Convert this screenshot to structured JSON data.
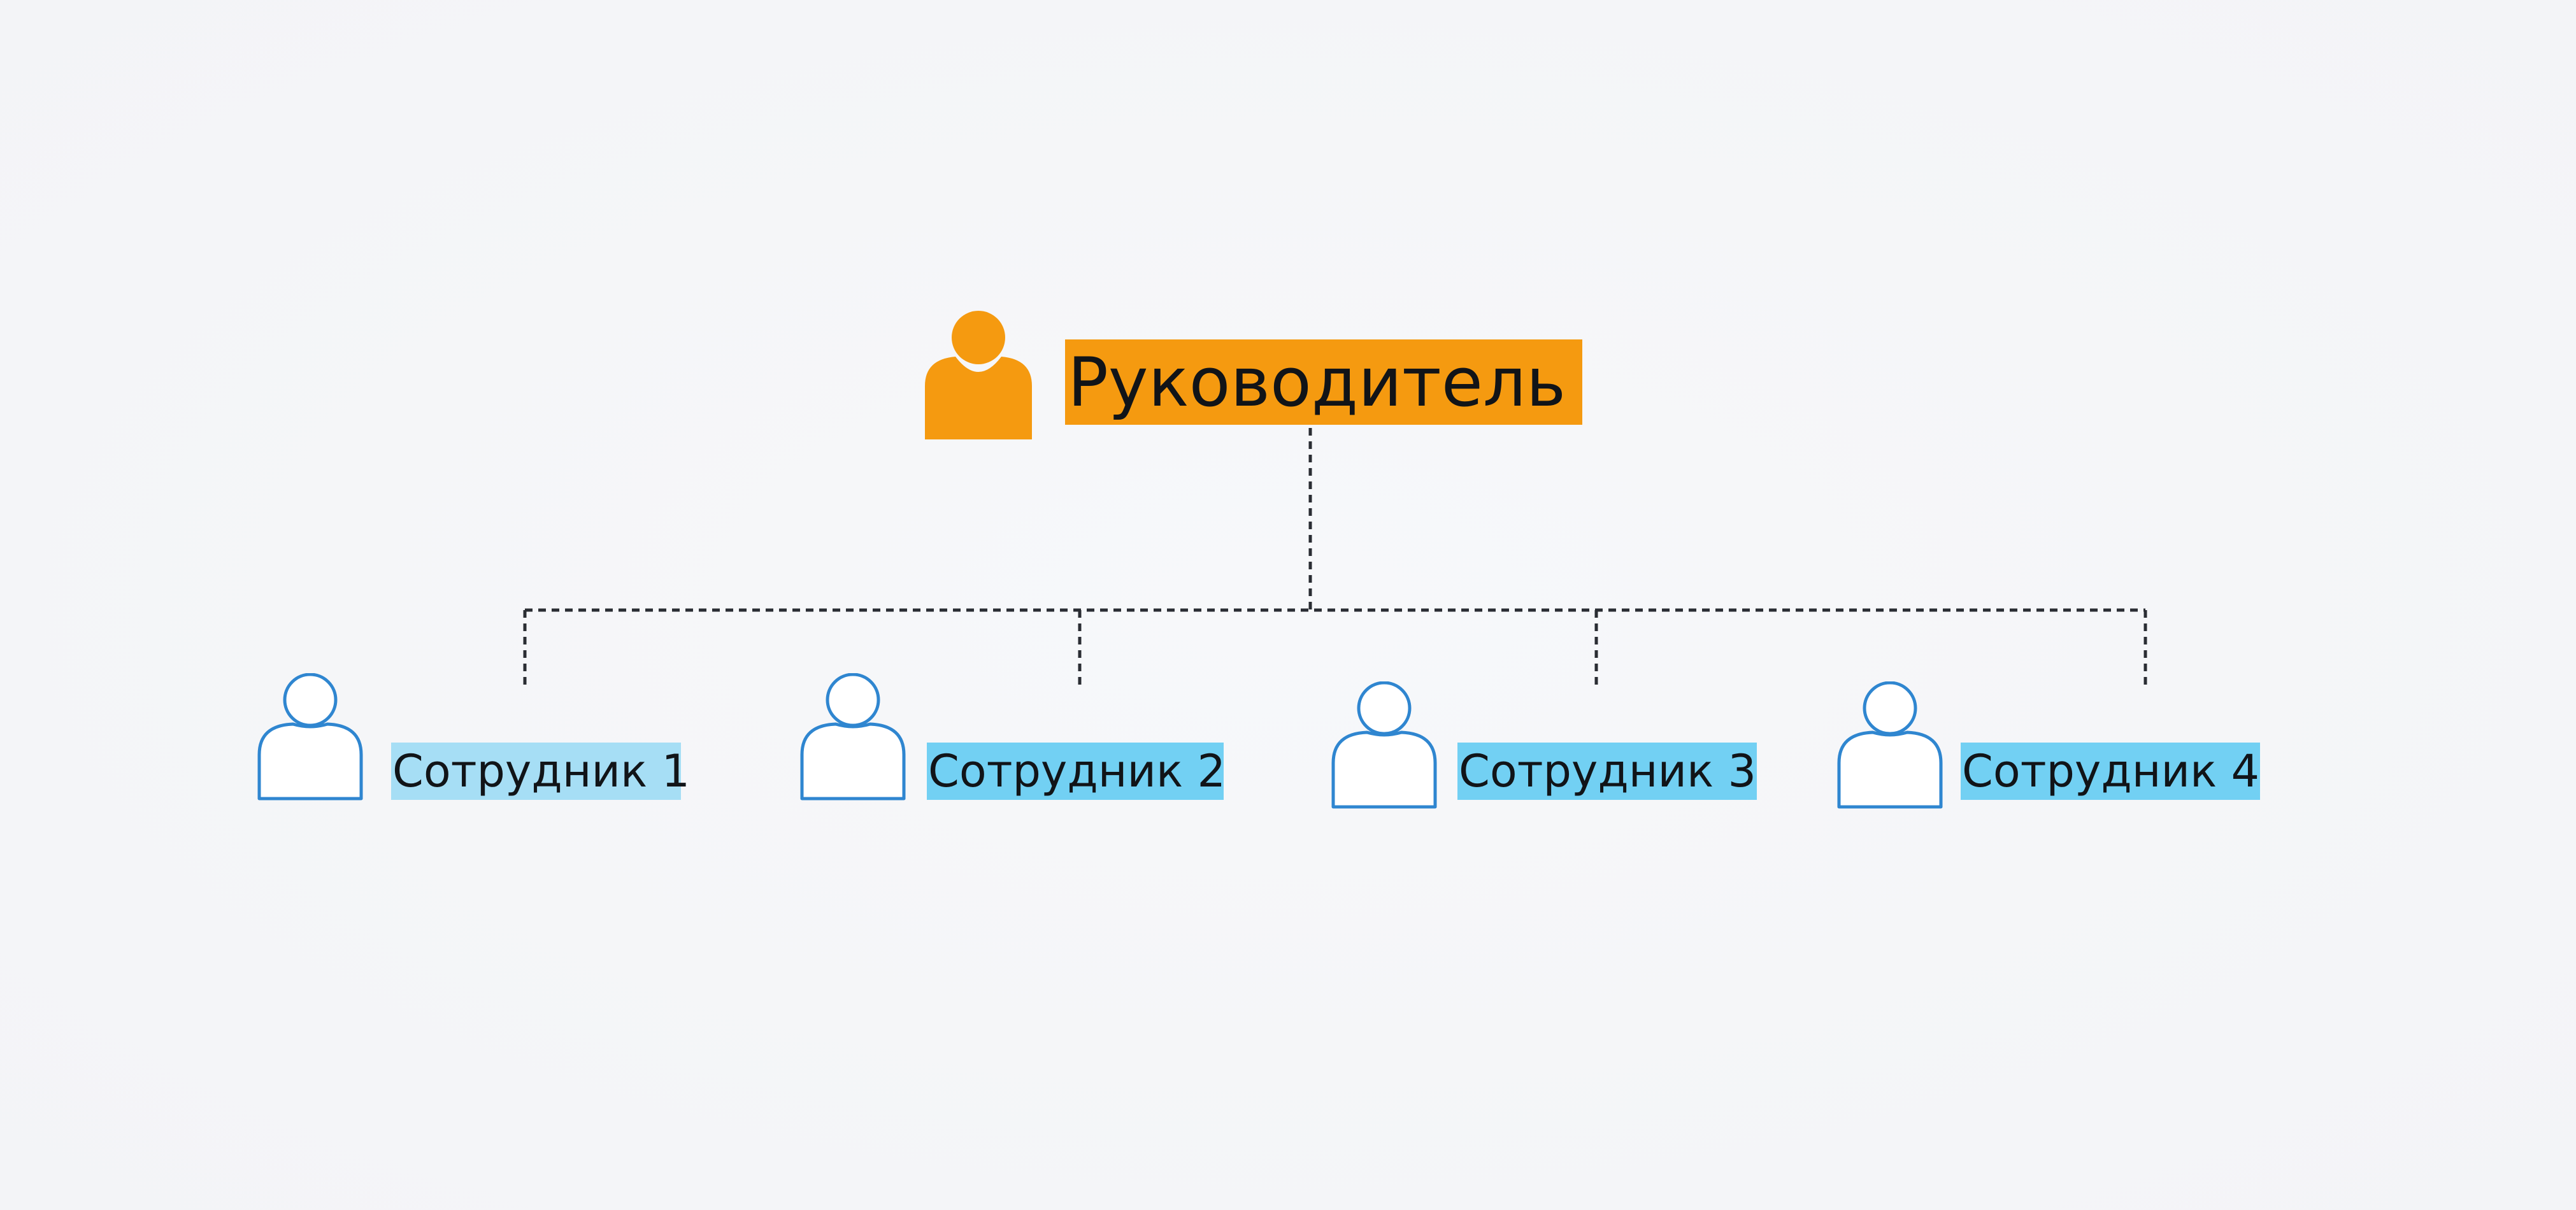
{
  "manager": {
    "label": "Руководитель",
    "icon": "person-icon",
    "color": "#f59a10"
  },
  "employees": [
    {
      "label": "Сотрудник 1",
      "icon": "person-outline-icon",
      "color": "#a6def5"
    },
    {
      "label": "Сотрудник 2",
      "icon": "person-outline-icon",
      "color": "#72d0f3"
    },
    {
      "label": "Сотрудник 3",
      "icon": "person-outline-icon",
      "color": "#72d0f3"
    },
    {
      "label": "Сотрудник 4",
      "icon": "person-outline-icon",
      "color": "#72d0f3"
    }
  ],
  "connector_style": "dashed",
  "icon_outline_color": "#2f86d0"
}
